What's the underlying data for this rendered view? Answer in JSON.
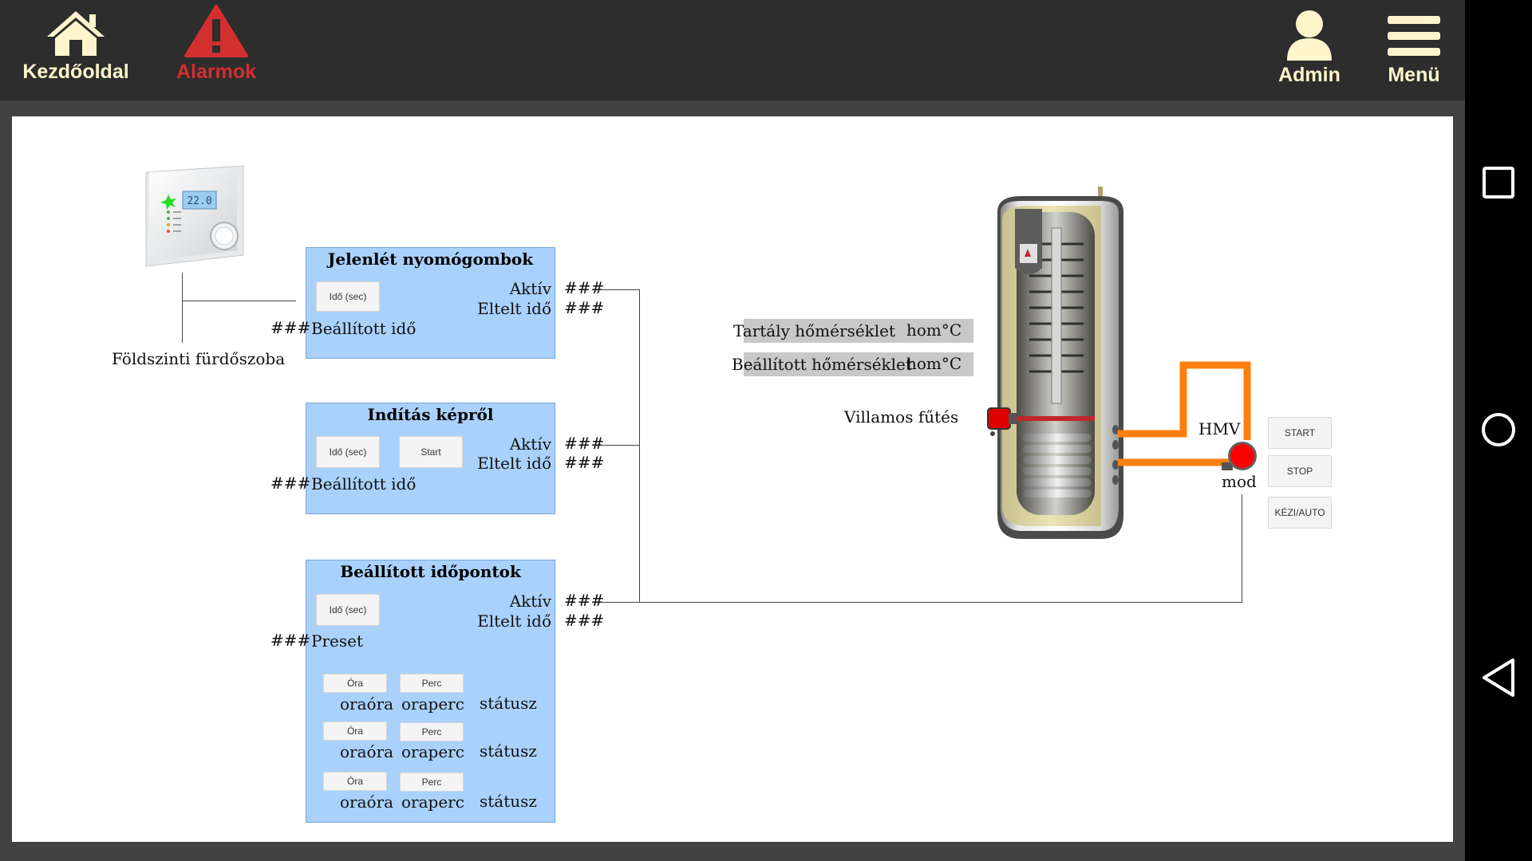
{
  "nav": {
    "home_label": "Kezdőoldal",
    "alarm_label": "Alarmok",
    "admin_label": "Admin",
    "menu_label": "Menü"
  },
  "colors": {
    "topbar": "#2d2d2d",
    "nav_text": "#fff5cc",
    "alarm": "#d32f2f",
    "panel": "#a9d1fb",
    "pipe": "#ff7f0e",
    "pump": "#ff0000"
  },
  "thermostat": {
    "display": "22.0",
    "room_label": "Földszinti fürdőszoba"
  },
  "panel1": {
    "title": "Jelenlét nyomógombok",
    "time_button": "Idő (sec)",
    "active_label": "Aktív",
    "active_value": "###",
    "elapsed_label": "Eltelt idő",
    "elapsed_value": "###",
    "set_value": "###",
    "set_label": "Beállított idő"
  },
  "panel2": {
    "title": "Indítás képről",
    "time_button": "Idő (sec)",
    "start_button": "Start",
    "active_label": "Aktív",
    "active_value": "###",
    "elapsed_label": "Eltelt idő",
    "elapsed_value": "###",
    "set_value": "###",
    "set_label": "Beállított idő"
  },
  "panel3": {
    "title": "Beállított időpontok",
    "time_button": "Idő (sec)",
    "active_label": "Aktív",
    "active_value": "###",
    "elapsed_label": "Eltelt idő",
    "elapsed_value": "###",
    "preset_value": "###",
    "preset_label": "Preset",
    "rows": [
      {
        "hour_button": "Óra",
        "minute_button": "Perc",
        "hour": "oraóra",
        "minute": "oraperc",
        "status": "státusz"
      },
      {
        "hour_button": "Óra",
        "minute_button": "Perc",
        "hour": "oraóra",
        "minute": "oraperc",
        "status": "státusz"
      },
      {
        "hour_button": "Óra",
        "minute_button": "Perc",
        "hour": "oraóra",
        "minute": "oraperc",
        "status": "státusz"
      }
    ]
  },
  "tank": {
    "temp_label": "Tartály hőmérséklet",
    "temp_value": "hom°C",
    "set_label": "Beállított hőmérséklet",
    "set_value": "hom°C",
    "heater_label": "Villamos fűtés"
  },
  "pump": {
    "name": "HMV",
    "mode": "mod",
    "start": "START",
    "stop": "STOP",
    "manual_auto": "KÉZI/AUTO"
  }
}
